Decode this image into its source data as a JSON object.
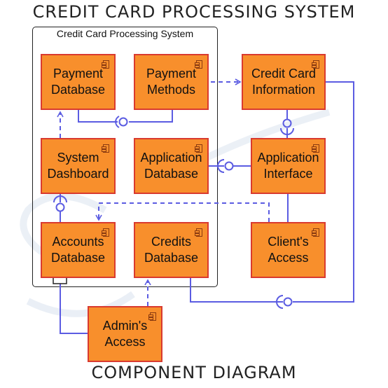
{
  "header": {
    "title": "CREDIT CARD PROCESSING SYSTEM"
  },
  "footer": {
    "title": "COMPONENT DIAGRAM"
  },
  "system": {
    "label": "Credit Card Processing System"
  },
  "components": {
    "payment_database": "Payment\nDatabase",
    "payment_methods": "Payment\nMethods",
    "credit_card_information": "Credit Card\nInformation",
    "system_dashboard": "System\nDashboard",
    "application_database": "Application\nDatabase",
    "application_interface": "Application\nInterface",
    "accounts_database": "Accounts\nDatabase",
    "credits_database": "Credits\nDatabase",
    "clients_access": "Client's\nAccess",
    "admins_access": "Admin's\nAccess"
  },
  "colors": {
    "component_fill": "#f88f2c",
    "component_border": "#d93a2f",
    "connector": "#5b5ce2",
    "text": "#111111"
  }
}
